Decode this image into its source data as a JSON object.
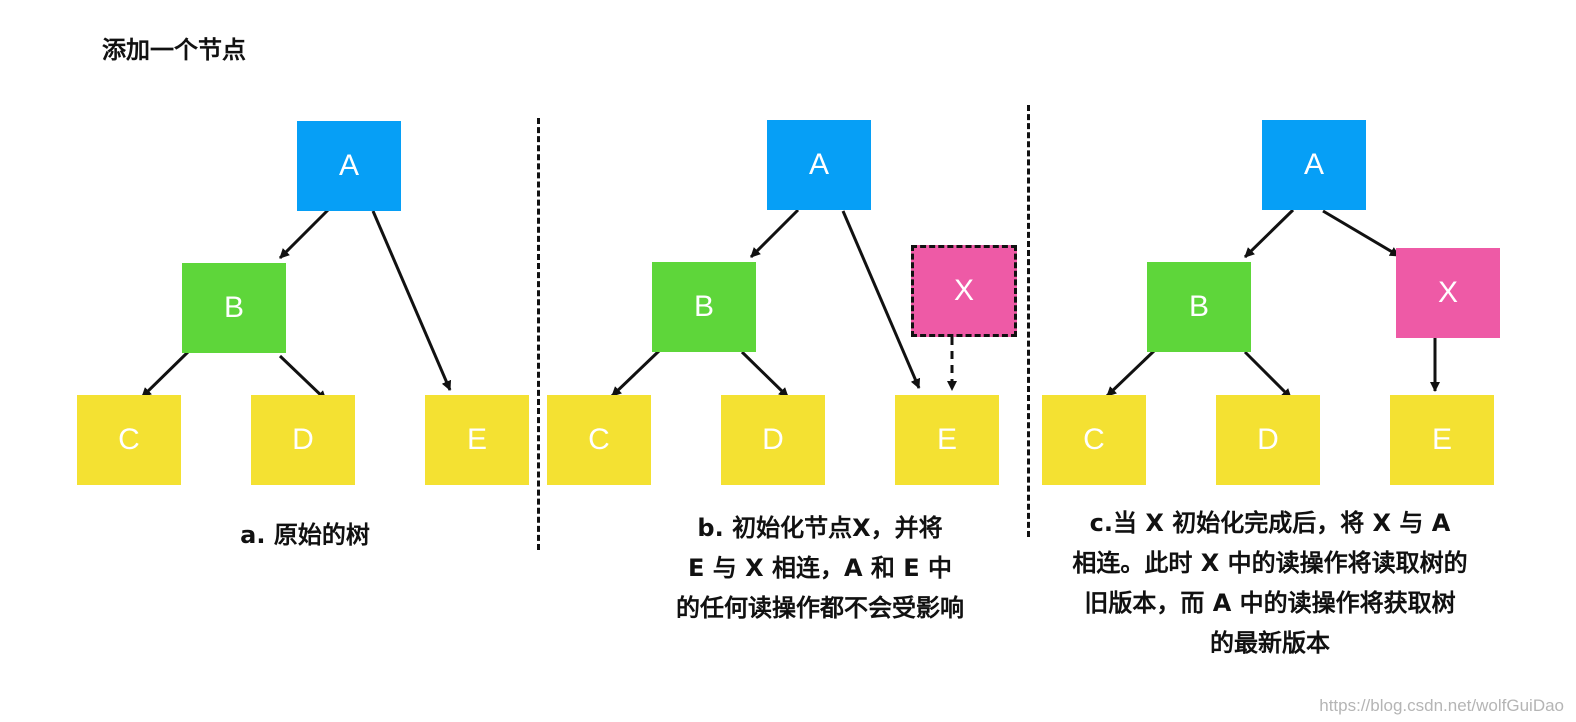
{
  "title": "添加一个节点",
  "colors": {
    "A": "#069ff6",
    "B": "#5ed63a",
    "CDE": "#f4e132",
    "X": "#ee5aa6",
    "edge": "#111111"
  },
  "panels": [
    {
      "caption": [
        "a. 原始的树"
      ],
      "nodes": {
        "A": "A",
        "B": "B",
        "C": "C",
        "D": "D",
        "E": "E"
      }
    },
    {
      "caption": [
        "b. 初始化节点X，并将",
        "E 与 X 相连，A 和 E 中",
        "的任何读操作都不会受影响"
      ],
      "nodes": {
        "A": "A",
        "B": "B",
        "C": "C",
        "D": "D",
        "E": "E",
        "X": "X"
      }
    },
    {
      "caption": [
        "c.当 X 初始化完成后，将 X 与 A",
        "相连。此时 X 中的读操作将读取树的",
        "旧版本，而 A 中的读操作将获取树",
        "的最新版本"
      ],
      "nodes": {
        "A": "A",
        "B": "B",
        "C": "C",
        "D": "D",
        "E": "E",
        "X": "X"
      }
    }
  ],
  "watermark": "https://blog.csdn.net/wolfGuiDao"
}
